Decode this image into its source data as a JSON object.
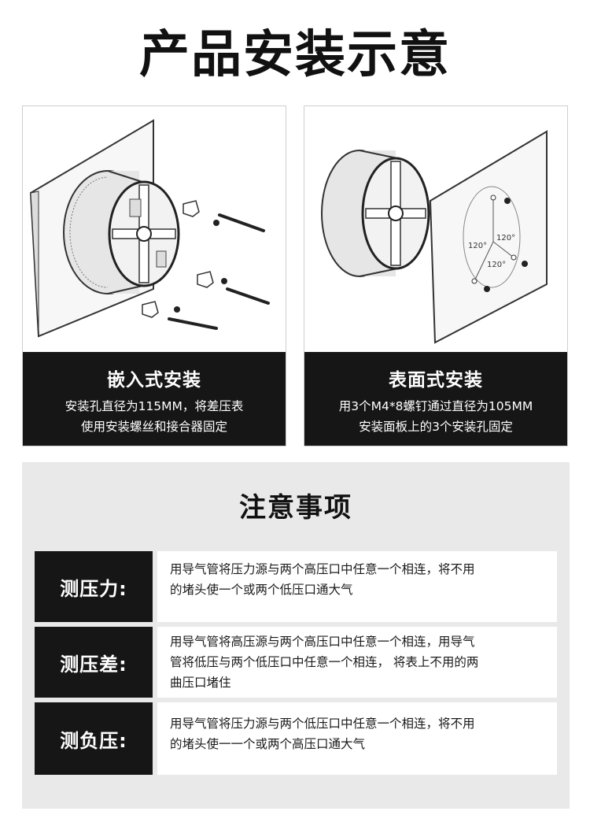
{
  "page_title": "产品安装示意",
  "panels": [
    {
      "title": "嵌入式安装",
      "desc_line1": "安装孔直径为115MM，将差压表",
      "desc_line2": "使用安装螺丝和接合器固定"
    },
    {
      "title": "表面式安装",
      "desc_line1": "用3个M4*8螺钉通过直径为105MM",
      "desc_line2": "安装面板上的3个安装孔固定",
      "angle_labels": [
        "120°",
        "120°",
        "120°"
      ]
    }
  ],
  "notice": {
    "title": "注意事项",
    "rows": [
      {
        "label": "测压力:",
        "text_lines": [
          "用导气管将压力源与两个高压口中任意一个相连，将不用",
          "的堵头使一个或两个低压口通大气"
        ]
      },
      {
        "label": "测压差:",
        "text_lines": [
          "用导气管将高压源与两个高压口中任意一个相连，用导气",
          "管将低压与两个低压口中任意一个相连， 将表上不用的两",
          "曲压口堵住"
        ]
      },
      {
        "label": "测负压:",
        "text_lines": [
          "用导气管将压力源与两个低压口中任意一个相连，将不用",
          "的堵头使一一个或两个高压口通大气"
        ]
      }
    ]
  }
}
